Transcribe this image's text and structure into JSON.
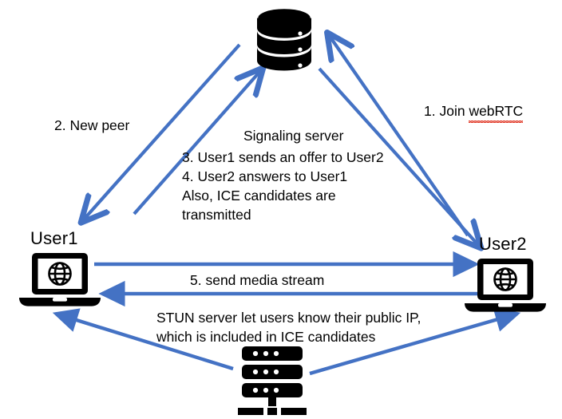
{
  "diagram": {
    "title": "WebRTC signaling and media flow diagram",
    "accent_color": "#4472C4",
    "ink_color": "#000000",
    "spellcheck_color": "#E03A28",
    "background": "#FFFFFF"
  },
  "nodes": {
    "signaling_server": {
      "icon": "database-icon",
      "label": "Signaling server"
    },
    "user1": {
      "icon": "laptop-globe-icon",
      "label": "User1"
    },
    "user2": {
      "icon": "laptop-globe-icon",
      "label": "User2"
    },
    "stun_server": {
      "icon": "server-rack-icon",
      "label": "STUN server"
    }
  },
  "labels": {
    "join": "1. Join ",
    "join_misspelled": "webRTC",
    "new_peer": "2. New peer",
    "media_stream": "5. send media stream"
  },
  "signaling_block": {
    "heading": "Signaling server",
    "lines": [
      "3. User1 sends an offer to User2",
      "4. User2 answers to User1",
      "Also, ICE candidates are",
      "transmitted"
    ]
  },
  "stun_block": {
    "lines": [
      "STUN server let users know their public IP,",
      "which is included in ICE candidates"
    ]
  }
}
